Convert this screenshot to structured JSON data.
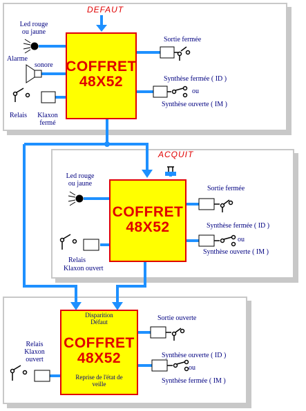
{
  "colors": {
    "wire": "#1e90ff",
    "box_fill": "#ffff00",
    "box_border": "#e00000",
    "label": "#000080",
    "panel_shadow": "#c8c8c8"
  },
  "panel1": {
    "top_label": "DEFAUT",
    "box_line1": "COFFRET",
    "box_line2": "48X52",
    "led_line1": "Led rouge",
    "led_line2": "ou jaune",
    "alarme": "Alarme",
    "sonore": "sonore",
    "relais": "Relais",
    "klaxon_line1": "Klaxon",
    "klaxon_line2": "fermé",
    "out1": "Sortie fermée",
    "out2": "Synthèse fermée ( ID )",
    "ou": "ou",
    "out3": "Synthèse ouverte ( IM )"
  },
  "panel2": {
    "top_label": "ACQUIT",
    "box_line1": "COFFRET",
    "box_line2": "48X52",
    "led_line1": "Led rouge",
    "led_line2": "ou jaune",
    "relais": "Relais",
    "klaxon": "Klaxon ouvert",
    "out1": "Sortie fermée",
    "out2": "Synthèse fermée ( ID )",
    "ou": "ou",
    "out3": "Synthèse ouverte ( IM )"
  },
  "panel3": {
    "box_top1": "Disparition",
    "box_top2": "Défaut",
    "box_line1": "COFFRET",
    "box_line2": "48X52",
    "box_bottom1": "Reprise de l'état de",
    "box_bottom2": "veille",
    "relais": "Relais",
    "klaxon_line1": "Klaxon",
    "klaxon_line2": "ouvert",
    "out1": "Sortie ouverte",
    "out2": "Synthèse ouverte ( ID )",
    "ou": "ou",
    "out3": "Synthèse fermée ( IM )"
  }
}
